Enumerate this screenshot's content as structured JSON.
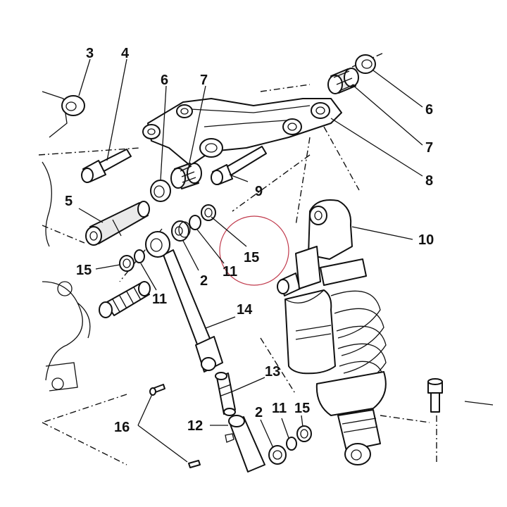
{
  "diagram": {
    "accent_circle_color": "#c0394b",
    "callouts": [
      {
        "id": "c3",
        "label": "3"
      },
      {
        "id": "c4",
        "label": "4"
      },
      {
        "id": "c6-left",
        "label": "6"
      },
      {
        "id": "c7-left",
        "label": "7"
      },
      {
        "id": "c6-right",
        "label": "6"
      },
      {
        "id": "c7-right",
        "label": "7"
      },
      {
        "id": "c8",
        "label": "8"
      },
      {
        "id": "c9",
        "label": "9"
      },
      {
        "id": "c5",
        "label": "5"
      },
      {
        "id": "c10",
        "label": "10"
      },
      {
        "id": "c15-circle",
        "label": "15"
      },
      {
        "id": "c15-left",
        "label": "15"
      },
      {
        "id": "c2-mid",
        "label": "2"
      },
      {
        "id": "c11-mid",
        "label": "11"
      },
      {
        "id": "c11-left",
        "label": "11"
      },
      {
        "id": "c14",
        "label": "14"
      },
      {
        "id": "c13",
        "label": "13"
      },
      {
        "id": "c16",
        "label": "16"
      },
      {
        "id": "c12",
        "label": "12"
      },
      {
        "id": "c2-bottom",
        "label": "2"
      },
      {
        "id": "c11-bottom",
        "label": "11"
      },
      {
        "id": "c15-bottom",
        "label": "15"
      }
    ]
  }
}
